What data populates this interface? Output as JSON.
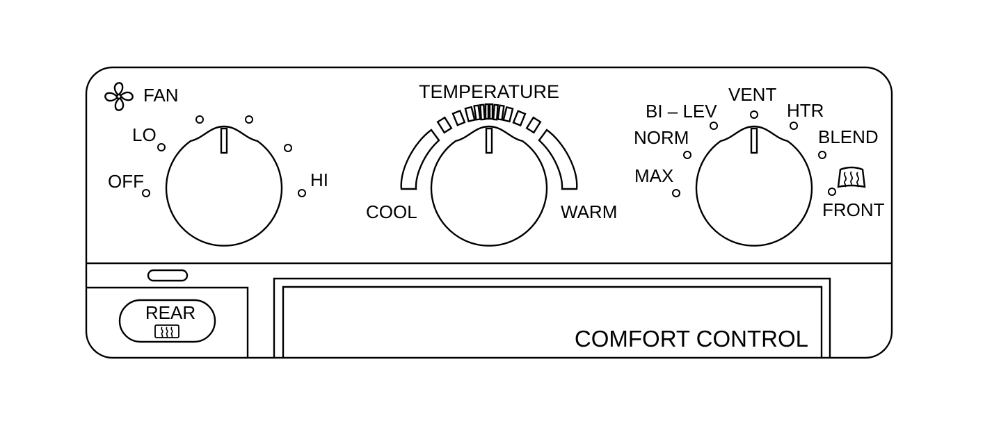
{
  "fan": {
    "title": "FAN",
    "icon": "fan-icon",
    "labels": {
      "off": "OFF",
      "lo": "LO",
      "hi": "HI"
    }
  },
  "temperature": {
    "title": "TEMPERATURE",
    "cool": "COOL",
    "warm": "WARM"
  },
  "mode": {
    "labels": {
      "max": "MAX",
      "norm": "NORM",
      "bilev": "BI – LEV",
      "vent": "VENT",
      "htr": "HTR",
      "blend": "BLEND",
      "front": "FRONT"
    },
    "front_icon": "windshield-defrost-icon"
  },
  "rear_button": {
    "label": "REAR",
    "icon": "rear-defrost-icon"
  },
  "display": {
    "label": "COMFORT CONTROL"
  }
}
